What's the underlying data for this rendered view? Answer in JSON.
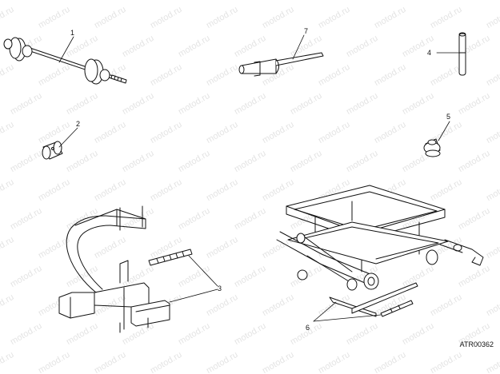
{
  "watermark_text": "motod.ru",
  "figure_code": "ATR00362",
  "callouts": [
    "1",
    "2",
    "3",
    "4",
    "5",
    "6",
    "6",
    "7"
  ]
}
